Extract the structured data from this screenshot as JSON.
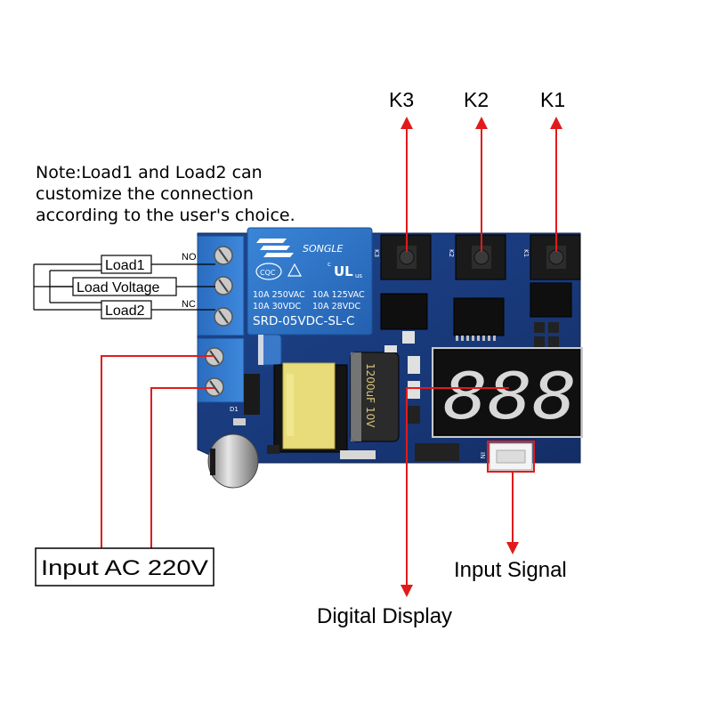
{
  "note": {
    "lines": [
      "Note:Load1 and Load2 can",
      "customize the connection",
      "according to the user's choice."
    ]
  },
  "keys": {
    "k1": "K1",
    "k2": "K2",
    "k3": "K3"
  },
  "terminals": {
    "load1": "Load1",
    "load_voltage": "Load Voltage",
    "load2": "Load2",
    "no": "NO",
    "nc": "NC"
  },
  "relay": {
    "brand": "SONGLE",
    "rating_left_1": "10A 250VAC",
    "rating_right_1": "10A 125VAC",
    "rating_left_2": "10A 30VDC",
    "rating_right_2": "10A 28VDC",
    "model": "SRD-05VDC-SL-C",
    "cert": "CQC",
    "ul": "UL",
    "us": "us",
    "c": "c"
  },
  "pcb_silk": {
    "k1": "K1",
    "k2": "K2",
    "k3": "K3",
    "d1": "D1",
    "in": "IN"
  },
  "capacitor": {
    "label": "1200uF 10V"
  },
  "display": {
    "segments_text": "888"
  },
  "callouts": {
    "input_ac": "Input AC 220V",
    "input_signal": "Input Signal",
    "digital_display": "Digital Display"
  },
  "colors": {
    "arrow": "#e01b1b",
    "pcb": "#1a3a7a",
    "terminal": "#2b6fc0",
    "relay": "#2f74c8",
    "display_bg": "#111111",
    "segment": "#d8d8d8"
  }
}
